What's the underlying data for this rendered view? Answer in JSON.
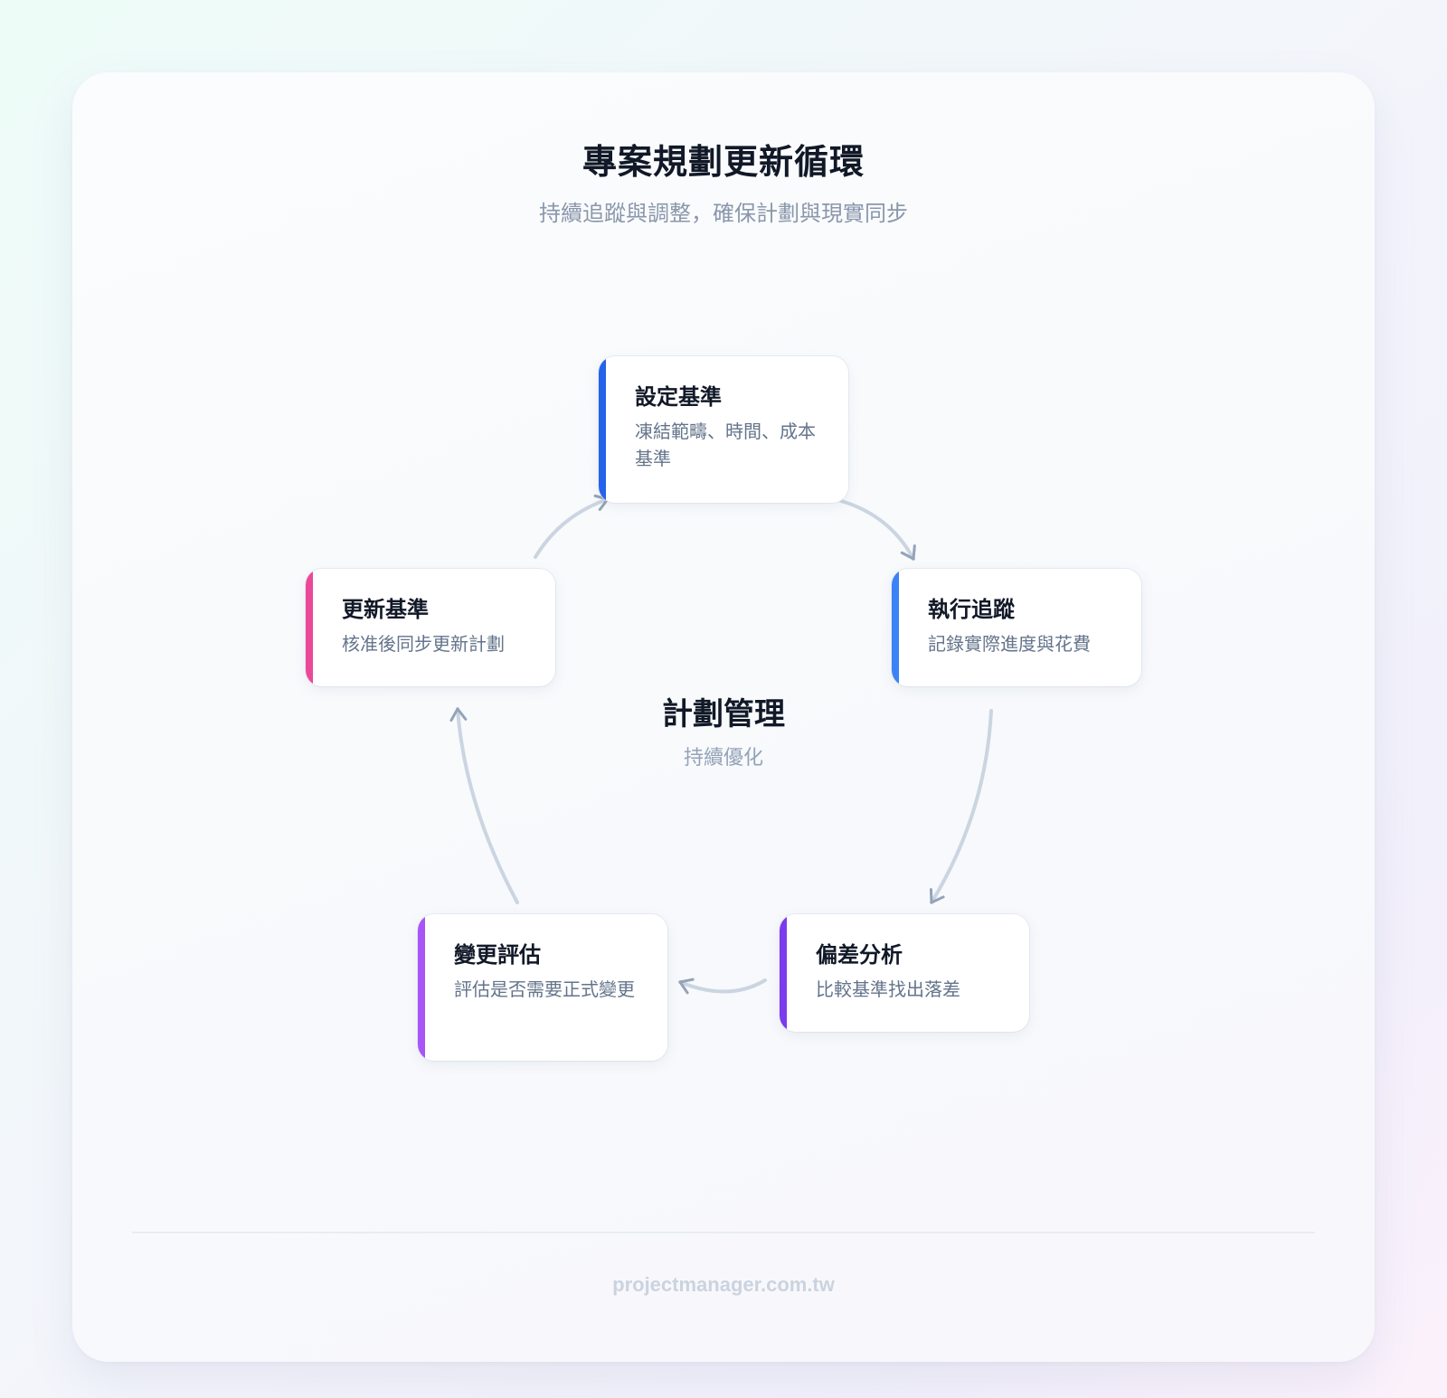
{
  "header": {
    "title": "專案規劃更新循環",
    "subtitle": "持續追蹤與調整，確保計劃與現實同步"
  },
  "center": {
    "title": "計劃管理",
    "subtitle": "持續優化"
  },
  "steps": [
    {
      "title": "設定基準",
      "description": "凍結範疇、時間、成本基準",
      "accent": "#2563eb"
    },
    {
      "title": "執行追蹤",
      "description": "記錄實際進度與花費",
      "accent": "#3b82f6"
    },
    {
      "title": "偏差分析",
      "description": "比較基準找出落差",
      "accent": "#7c3aed"
    },
    {
      "title": "變更評估",
      "description": "評估是否需要正式變更",
      "accent": "#a855f7"
    },
    {
      "title": "更新基準",
      "description": "核准後同步更新計劃",
      "accent": "#ec4899"
    }
  ],
  "colors": {
    "arrow_line": "#cbd5e1",
    "arrow_head": "#94a3b8"
  },
  "footer": {
    "text": "projectmanager.com.tw"
  }
}
